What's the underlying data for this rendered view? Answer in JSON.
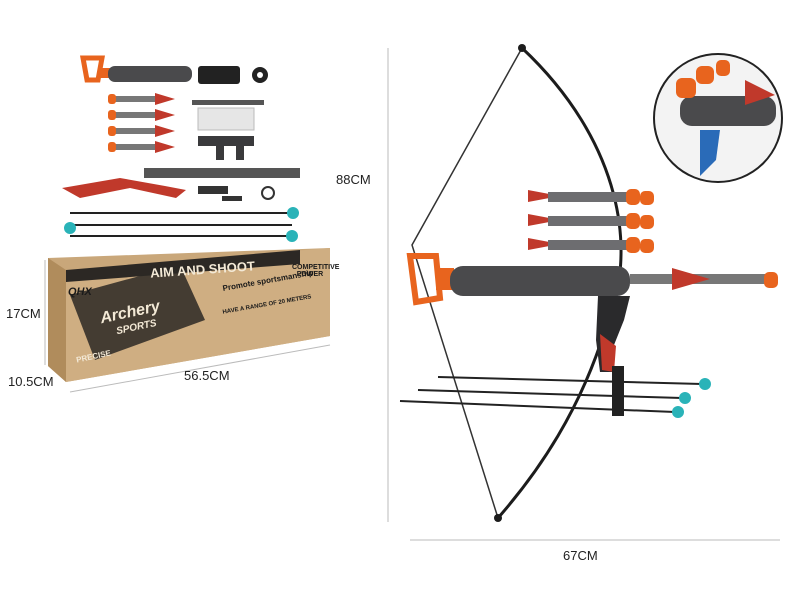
{
  "dimensions": {
    "bow_height": "88CM",
    "bow_width": "67CM",
    "box_height": "17CM",
    "box_depth": "10.5CM",
    "box_length": "56.5CM"
  },
  "box": {
    "brand": "QHX",
    "headline": "AIM AND SHOOT",
    "subline": "Promote sportsmanship",
    "range_note": "HAVE A RANGE OF 20 METERS",
    "badge": "COMPETITIVE POWER",
    "title_main": "Archery",
    "title_sub": "SPORTS",
    "tag": "PRECISE"
  },
  "colors": {
    "orange": "#e8641e",
    "dark_gray": "#4a4a4c",
    "red": "#c0392b",
    "teal": "#2ab3b8",
    "kraft": "#c9a77a"
  }
}
